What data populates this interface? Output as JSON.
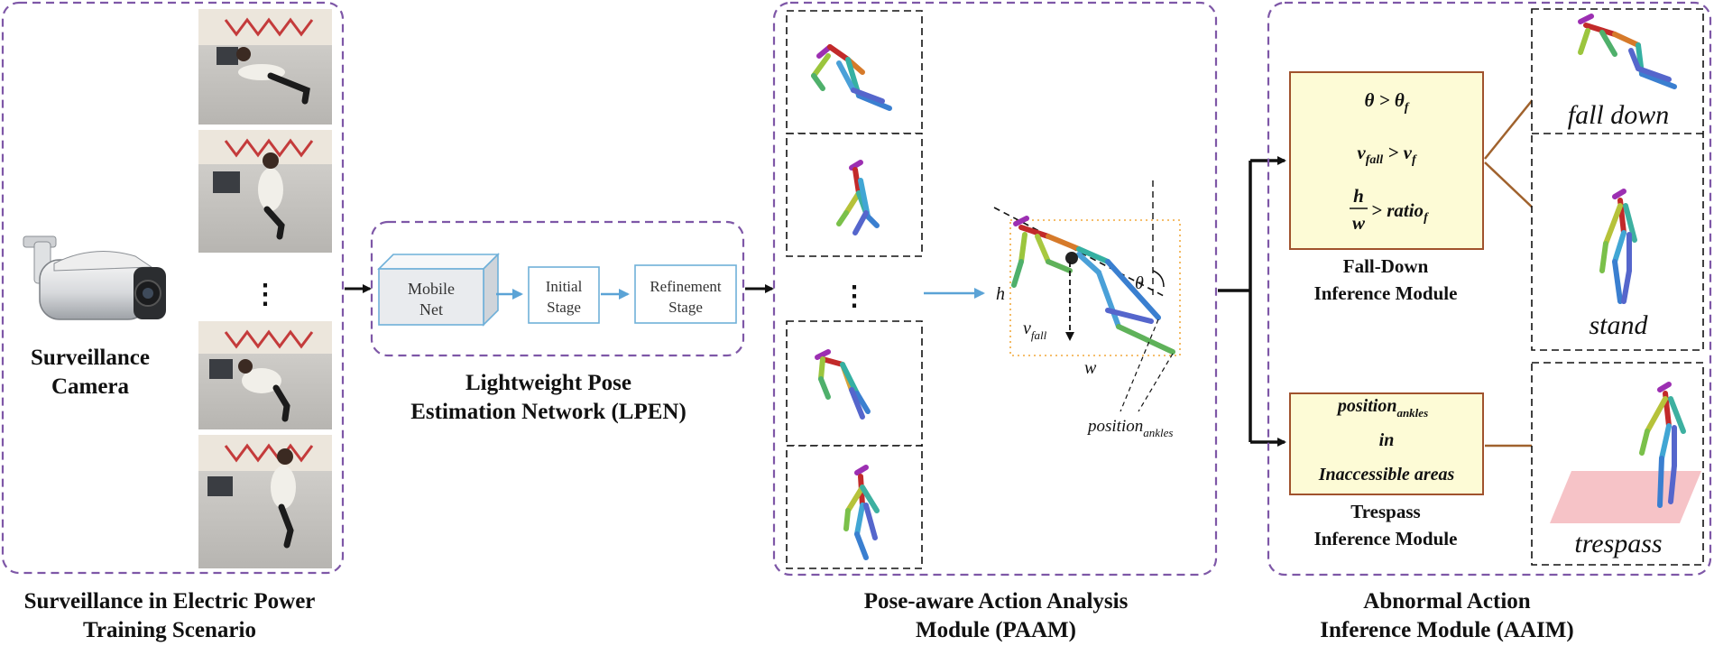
{
  "surveillance": {
    "camera_label_line1": "Surveillance",
    "camera_label_line2": "Camera",
    "ellipsis": "⋮",
    "caption_line1": "Surveillance in Electric Power",
    "caption_line2": "Training Scenario"
  },
  "lpen": {
    "blocks": [
      "Mobile",
      "Net",
      "Initial",
      "Stage",
      "Refinement",
      "Stage"
    ],
    "caption_line1": "Lightweight Pose",
    "caption_line2": "Estimation Network (LPEN)"
  },
  "paam": {
    "ellipsis": "⋮",
    "symbols": {
      "h": "h",
      "w": "w",
      "theta": "θ",
      "v": "v",
      "v_sub": "fall",
      "position": "position",
      "position_sub": "ankles"
    },
    "caption_line1": "Pose-aware Action Analysis",
    "caption_line2": "Module (PAAM)"
  },
  "aaim": {
    "falldown_rules": {
      "r1_theta": "θ",
      "r1_gt": " > ",
      "r1_theta2": "θ",
      "r1_sub": "f",
      "r2_v": "v",
      "r2_vsub": "fall",
      "r2_gt": " > ",
      "r2_v2": "v",
      "r2_v2sub": "f",
      "r3_num": "h",
      "r3_den": "w",
      "r3_gt": " > ratio",
      "r3_sub": "f"
    },
    "falldown_label_line1": "Fall-Down",
    "falldown_label_line2": "Inference Module",
    "trespass_rules": {
      "line1": "position",
      "line1_sub": "ankles",
      "line2": "in",
      "line3": "Inaccessible areas"
    },
    "trespass_label_line1": "Trespass",
    "trespass_label_line2": "Inference Module",
    "results": [
      "fall down",
      "stand",
      "trespass"
    ],
    "caption_line1": "Abnormal Action",
    "caption_line2": "Inference Module (AAIM)"
  },
  "colors": {
    "module_border": "#7e57a7",
    "rule_box_fill": "#fdfbd6",
    "rule_box_border": "#a0522d",
    "blue_arrow": "#5ba3d6",
    "brown_arrow": "#a0622d",
    "lpen_block_border": "#6fb0d9",
    "mobilenet_fill": "#e9ebee",
    "trespass_zone": "#f4b8bd",
    "dotted_bbox": "#f2a93b"
  },
  "icons": [
    "camera-icon",
    "pose-skeleton-icon",
    "photo-frame-icon"
  ]
}
